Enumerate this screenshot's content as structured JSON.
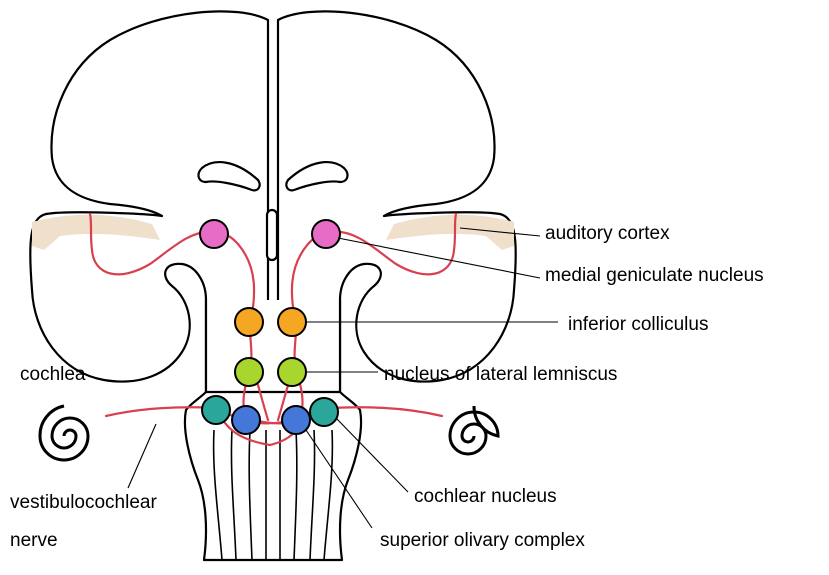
{
  "labels": {
    "auditory_cortex": "auditory cortex",
    "medial_geniculate": "medial geniculate nucleus",
    "inferior_colliculus": "inferior colliculus",
    "lateral_lemniscus": "nucleus of lateral lemniscus",
    "cochlea": "cochlea",
    "cochlear_nucleus": "cochlear nucleus",
    "superior_olivary": "superior olivary complex",
    "nerve_line1": "vestibulocochlear",
    "nerve_line2": "nerve"
  },
  "colors": {
    "medial_geniculate": "#e66cc6",
    "inferior_colliculus": "#f5a623",
    "lateral_lemniscus": "#a9d62e",
    "cochlear_nucleus": "#2aa79a",
    "superior_olivary": "#4577d8",
    "auditory_pathway": "#d9404f",
    "auditory_cortex": "#efdfcb"
  }
}
